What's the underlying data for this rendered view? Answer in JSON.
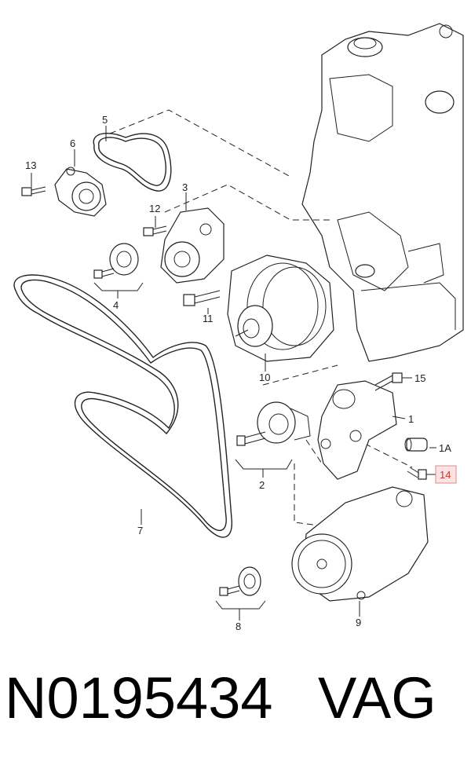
{
  "callouts": {
    "c1": "1",
    "c1a": "1A",
    "c2": "2",
    "c3": "3",
    "c4": "4",
    "c5": "5",
    "c6": "6",
    "c7": "7",
    "c8": "8",
    "c9": "9",
    "c10": "10",
    "c11": "11",
    "c12": "12",
    "c13": "13",
    "c14": "14",
    "c15": "15"
  },
  "highlighted_callout": "14",
  "highlight_color": "#c0392b",
  "footer": {
    "part_number": "N0195434",
    "brand": "VAG"
  }
}
